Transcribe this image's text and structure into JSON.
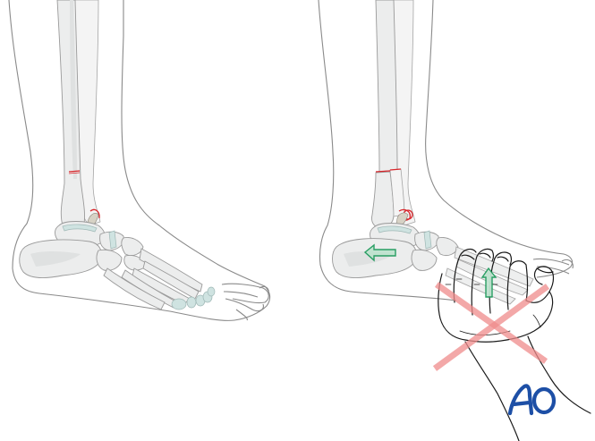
{
  "figure": {
    "type": "medical-illustration",
    "panels": [
      {
        "id": "left",
        "label": "Lateral view of ankle with fracture lines (fibula fracture and malleolar fragment)",
        "fracture_marks": 2
      },
      {
        "id": "right",
        "label": "Incorrect reduction maneuver: hand pushing forefoot upward while heel pushed backward",
        "arrows": [
          {
            "name": "heel-push-arrow",
            "direction": "left"
          },
          {
            "name": "forefoot-lift-arrow",
            "direction": "up"
          }
        ],
        "cross_mark": "incorrect-technique"
      }
    ],
    "logo": {
      "text": "AO"
    },
    "colors": {
      "fracture_line": "#d9262b",
      "arrow_fill": "#bfe3cf",
      "arrow_stroke": "#1f9a5c",
      "cross": "#f08c8c",
      "logo": "#1d4fa6",
      "bone": "#eceded",
      "skin_outline": "#8a8a8a"
    }
  }
}
